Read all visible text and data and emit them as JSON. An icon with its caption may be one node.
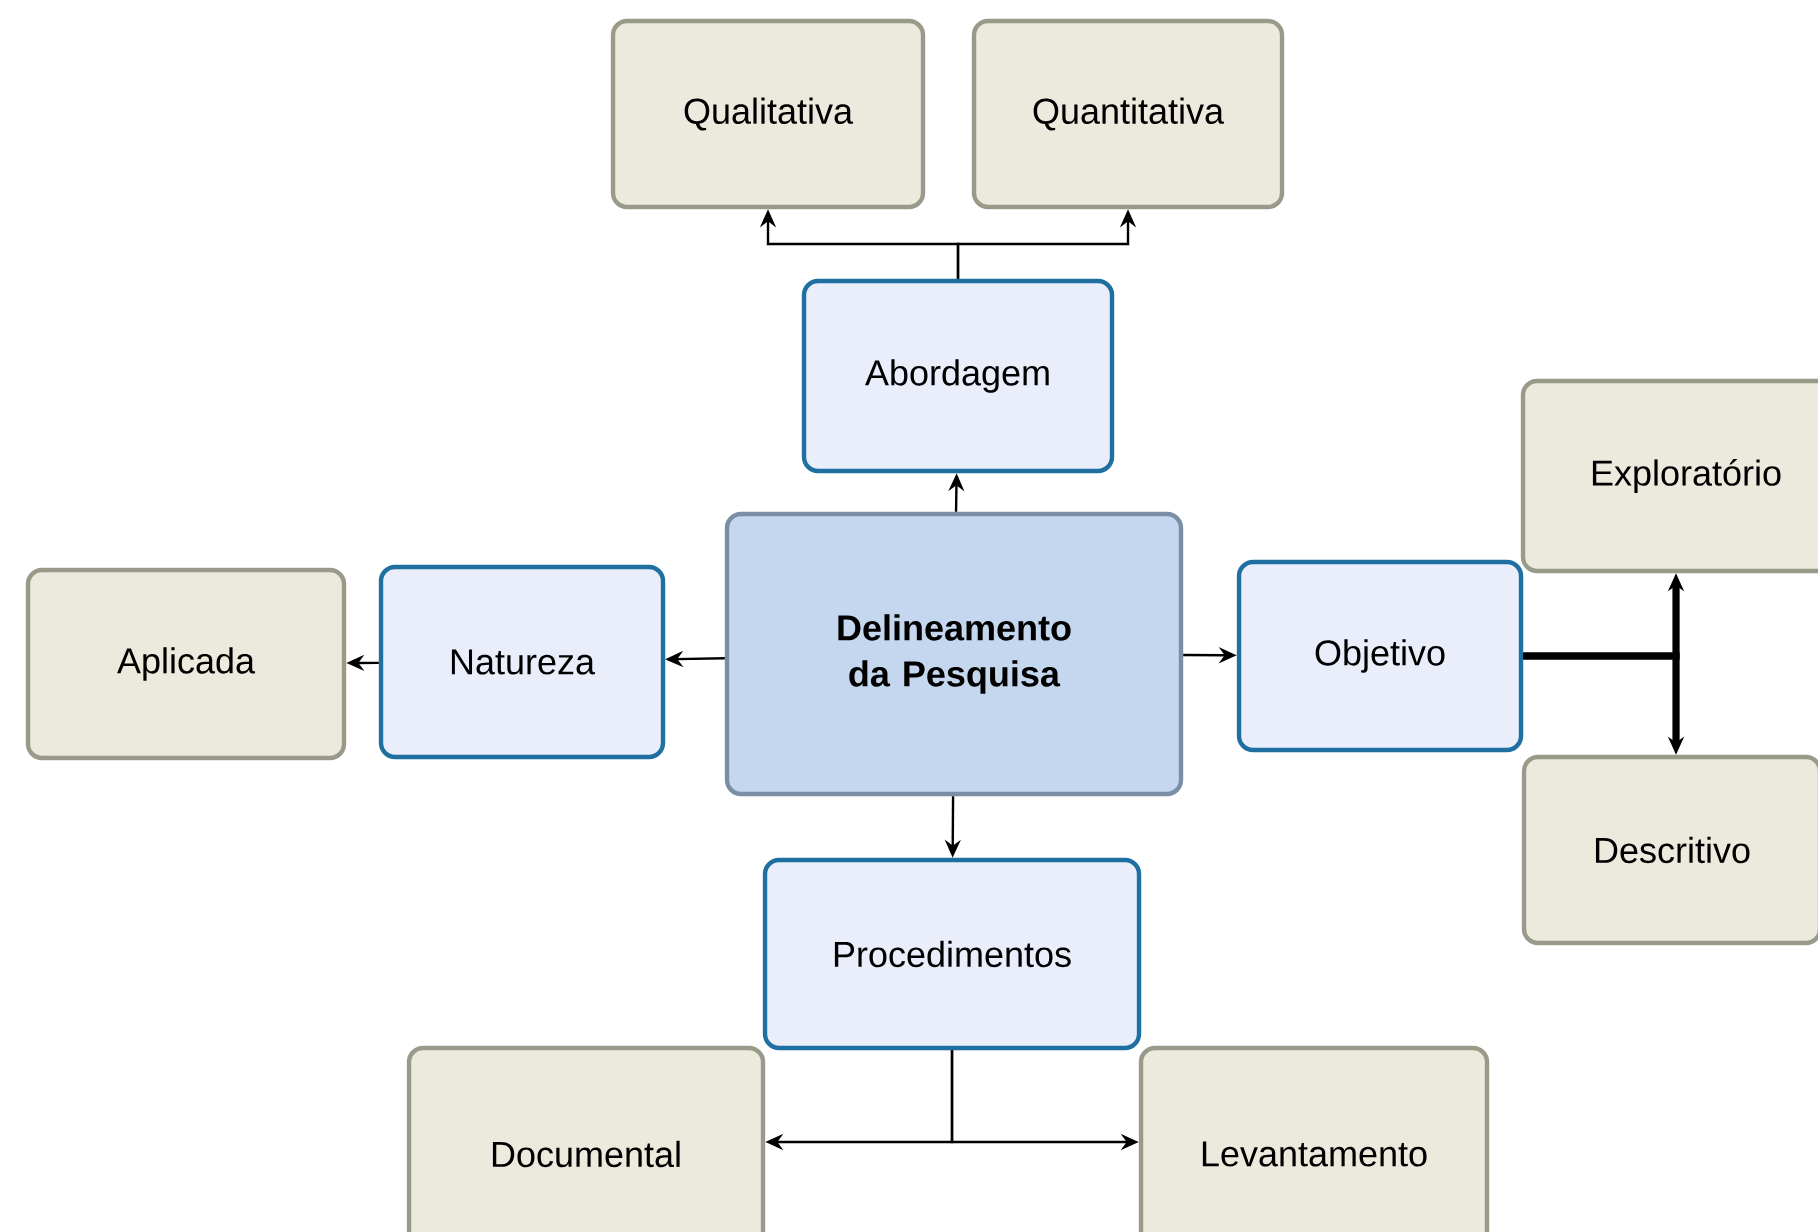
{
  "diagram": {
    "nodes": [
      {
        "text": [
          "**Delineamento da Pesquisa**"
        ]
      },
      {
        "text": [
          "Abordagem"
        ]
      },
      {
        "text": [
          "Qualitativa"
        ]
      },
      {
        "text": [
          "Quantitativa"
        ]
      },
      {
        "text": [
          "Natureza"
        ]
      },
      {
        "text": [
          "Aplicada"
        ]
      },
      {
        "text": [
          "Objetivo"
        ]
      },
      {
        "text": [
          "Exploratório"
        ]
      },
      {
        "text": [
          "Descritivo"
        ]
      },
      {
        "text": [
          "Procedimentos"
        ]
      },
      {
        "text": [
          "Documental"
        ]
      },
      {
        "text": [
          "Levantamento"
        ]
      }
    ],
    "edges": [
      {
        "from": 0,
        "to": 1,
        "arrow": "to"
      },
      {
        "from": 1,
        "to": 2,
        "arrow": "to"
      },
      {
        "from": 1,
        "to": 3,
        "arrow": "to"
      },
      {
        "from": 0,
        "to": 4,
        "arrow": "to"
      },
      {
        "from": 4,
        "to": 5,
        "arrow": "to"
      },
      {
        "from": 0,
        "to": 6,
        "arrow": "to"
      },
      {
        "from": 6,
        "to": 7,
        "arrow": "to",
        "style": "thick"
      },
      {
        "from": 6,
        "to": 8,
        "arrow": "to",
        "style": "thick"
      },
      {
        "from": 0,
        "to": 9,
        "arrow": "to"
      },
      {
        "from": 9,
        "to": 10,
        "arrow": "to"
      },
      {
        "from": 9,
        "to": 11,
        "arrow": "to"
      }
    ]
  }
}
